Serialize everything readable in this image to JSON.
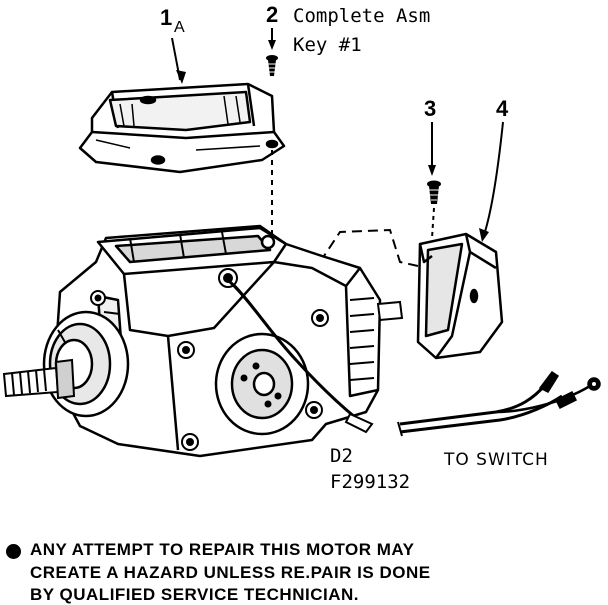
{
  "callouts": {
    "c1": {
      "number": "1",
      "subscript": "A"
    },
    "c2": {
      "number": "2",
      "line1": "Complete Asm",
      "line2": "Key #1"
    },
    "c3": {
      "number": "3"
    },
    "c4": {
      "number": "4"
    }
  },
  "codes": {
    "d2": "D2",
    "part": "F299132"
  },
  "to_switch": "TO SWITCH",
  "warning": {
    "line1": "ANY ATTEMPT TO REPAIR THIS MOTOR MAY",
    "line2": "CREATE A HAZARD UNLESS RE.PAIR IS DONE",
    "line3": "BY QUALIFIED SERVICE TECHNICIAN."
  }
}
